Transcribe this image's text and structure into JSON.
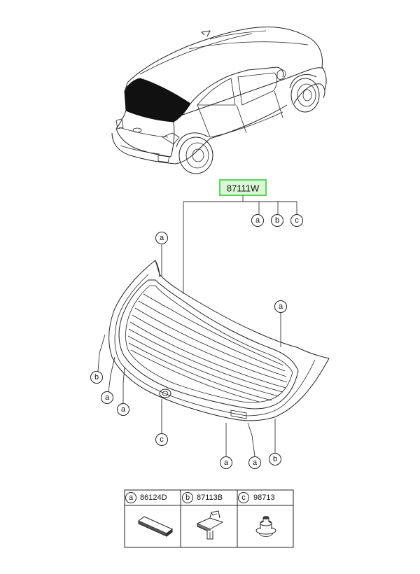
{
  "main_part": {
    "number": "87111W",
    "highlight_color": "#5fd35f",
    "highlight_fill": "#d9f7d4"
  },
  "callouts": {
    "top_a": "a",
    "top_b": "b",
    "top_c": "c",
    "left_a_upper": "a",
    "right_a": "a",
    "left_b": "b",
    "left_a_mid": "a",
    "left_a_low": "a",
    "bottom_c": "c",
    "bottom_a1": "a",
    "bottom_a2": "a",
    "bottom_b": "b"
  },
  "legend": [
    {
      "letter": "a",
      "part_number": "86124D",
      "icon": "strip-pad-icon"
    },
    {
      "letter": "b",
      "part_number": "87113B",
      "icon": "bracket-clip-icon"
    },
    {
      "letter": "c",
      "part_number": "98713",
      "icon": "grommet-icon"
    }
  ]
}
